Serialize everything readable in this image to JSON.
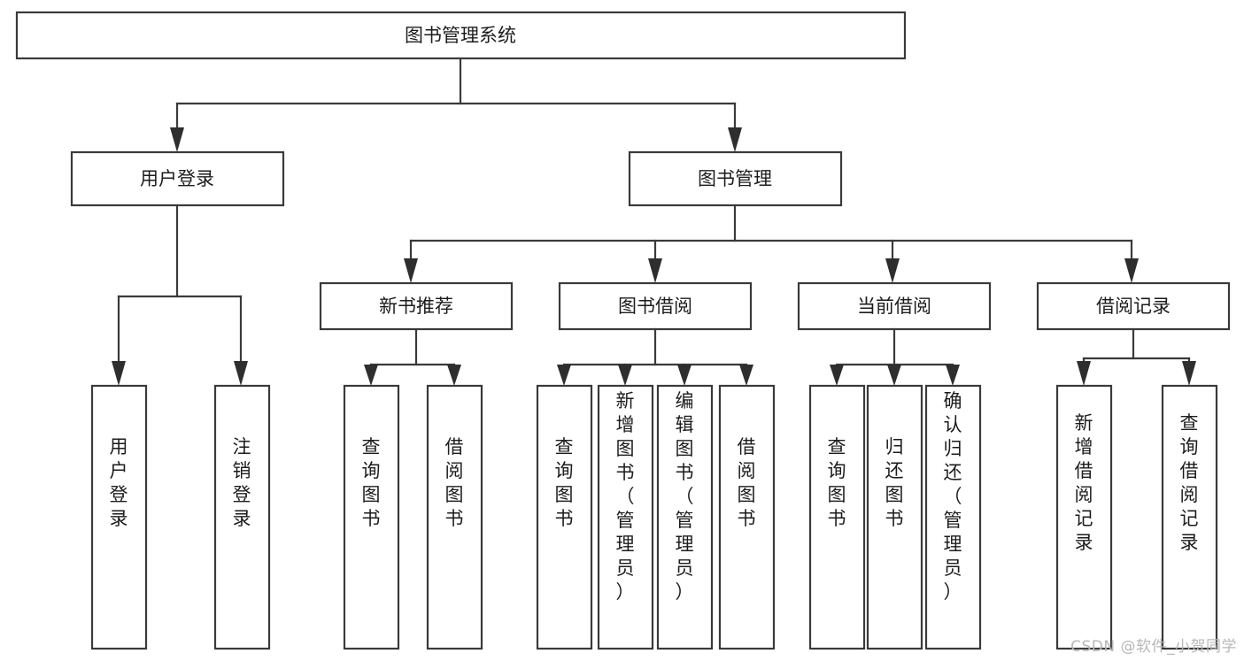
{
  "diagram": {
    "title": "图书管理系统",
    "type": "tree-hierarchy",
    "watermark": "CSDN @软件_小贺同学",
    "colors": {
      "box_stroke": "#3a3a3a",
      "box_fill": "#ffffff",
      "connector": "#3a3a3a",
      "text": "#1c1c1c",
      "watermark": "#b8b8b8",
      "background": "#ffffff"
    },
    "levels": {
      "root": {
        "label": "图书管理系统"
      },
      "level2": [
        {
          "id": "user-login",
          "label": "用户登录"
        },
        {
          "id": "book-management",
          "label": "图书管理"
        }
      ],
      "level3": [
        {
          "id": "new-book-recommend",
          "label": "新书推荐",
          "parent": "book-management"
        },
        {
          "id": "book-borrow",
          "label": "图书借阅",
          "parent": "book-management"
        },
        {
          "id": "current-borrow",
          "label": "当前借阅",
          "parent": "book-management"
        },
        {
          "id": "borrow-record",
          "label": "借阅记录",
          "parent": "book-management"
        }
      ],
      "leaves": {
        "user-login": [
          {
            "id": "leaf-user-login",
            "label": "用户登录"
          },
          {
            "id": "leaf-logout-login",
            "label": "注销登录"
          }
        ],
        "new-book-recommend": [
          {
            "id": "leaf-query-book-1",
            "label": "查询图书"
          },
          {
            "id": "leaf-borrow-book-1",
            "label": "借阅图书"
          }
        ],
        "book-borrow": [
          {
            "id": "leaf-query-book-2",
            "label": "查询图书"
          },
          {
            "id": "leaf-add-book-admin",
            "label": "新增图书（管理员）"
          },
          {
            "id": "leaf-edit-book-admin",
            "label": "编辑图书（管理员）"
          },
          {
            "id": "leaf-borrow-book-2",
            "label": "借阅图书"
          }
        ],
        "current-borrow": [
          {
            "id": "leaf-query-book-3",
            "label": "查询图书"
          },
          {
            "id": "leaf-return-book",
            "label": "归还图书"
          },
          {
            "id": "leaf-confirm-return-admin",
            "label": "确认归还（管理员）"
          }
        ],
        "borrow-record": [
          {
            "id": "leaf-add-borrow-record",
            "label": "新增借阅记录"
          },
          {
            "id": "leaf-query-borrow-record",
            "label": "查询借阅记录"
          }
        ]
      }
    }
  }
}
